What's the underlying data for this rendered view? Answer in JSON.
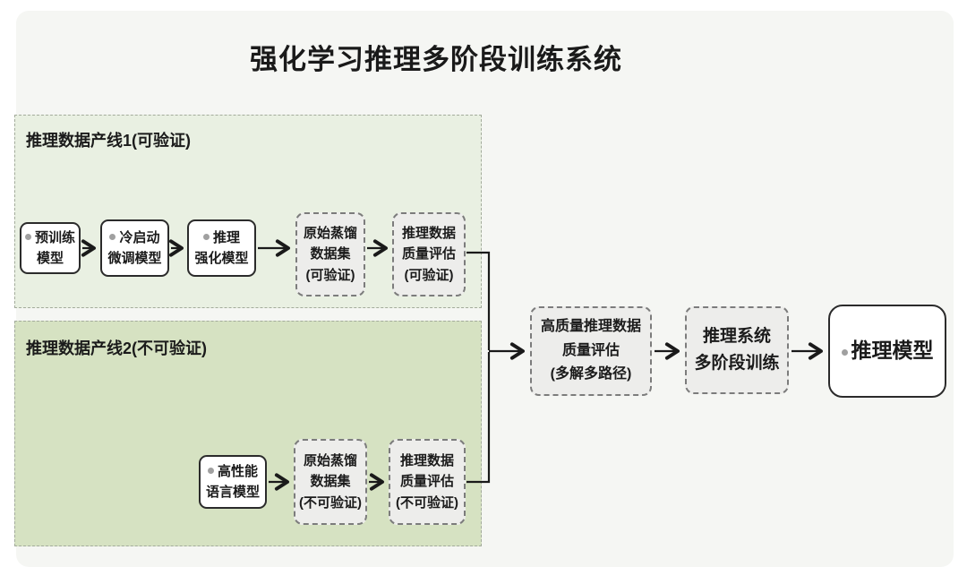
{
  "title": "强化学习推理多阶段训练系统",
  "colors": {
    "canvas_bg": "#f5f6f3",
    "panel1_bg": "#e9f0e2",
    "panel2_bg": "#d6e2c2",
    "node_bg": "#ffffff",
    "dashed_node_bg": "#ededeb",
    "bullet": "#a0a0a0",
    "arrow": "#1a1a1a"
  },
  "panel1": {
    "label": "推理数据产线1(可验证)",
    "nodes": {
      "pretrain": {
        "line1": "预训练",
        "line2": "模型"
      },
      "coldstart": {
        "line1": "冷启动",
        "line2": "微调模型"
      },
      "reasoning_rl": {
        "line1": "推理",
        "line2": "强化模型"
      },
      "distill": {
        "line1": "原始蒸馏",
        "line2": "数据集",
        "line3": "(可验证)"
      },
      "quality": {
        "line1": "推理数据",
        "line2": "质量评估",
        "line3": "(可验证)"
      }
    }
  },
  "panel2": {
    "label": "推理数据产线2(不可验证)",
    "nodes": {
      "llm": {
        "line1": "高性能",
        "line2": "语言模型"
      },
      "distill": {
        "line1": "原始蒸馏",
        "line2": "数据集",
        "line3": "(不可验证)"
      },
      "quality": {
        "line1": "推理数据",
        "line2": "质量评估",
        "line3": "(不可验证)"
      }
    }
  },
  "pipeline": {
    "hq_eval": {
      "line1": "高质量推理数据",
      "line2": "质量评估",
      "line3": "(多解多路径)"
    },
    "multistage": {
      "line1": "推理系统",
      "line2": "多阶段训练"
    },
    "final_model": {
      "line1": "推理模型"
    }
  }
}
